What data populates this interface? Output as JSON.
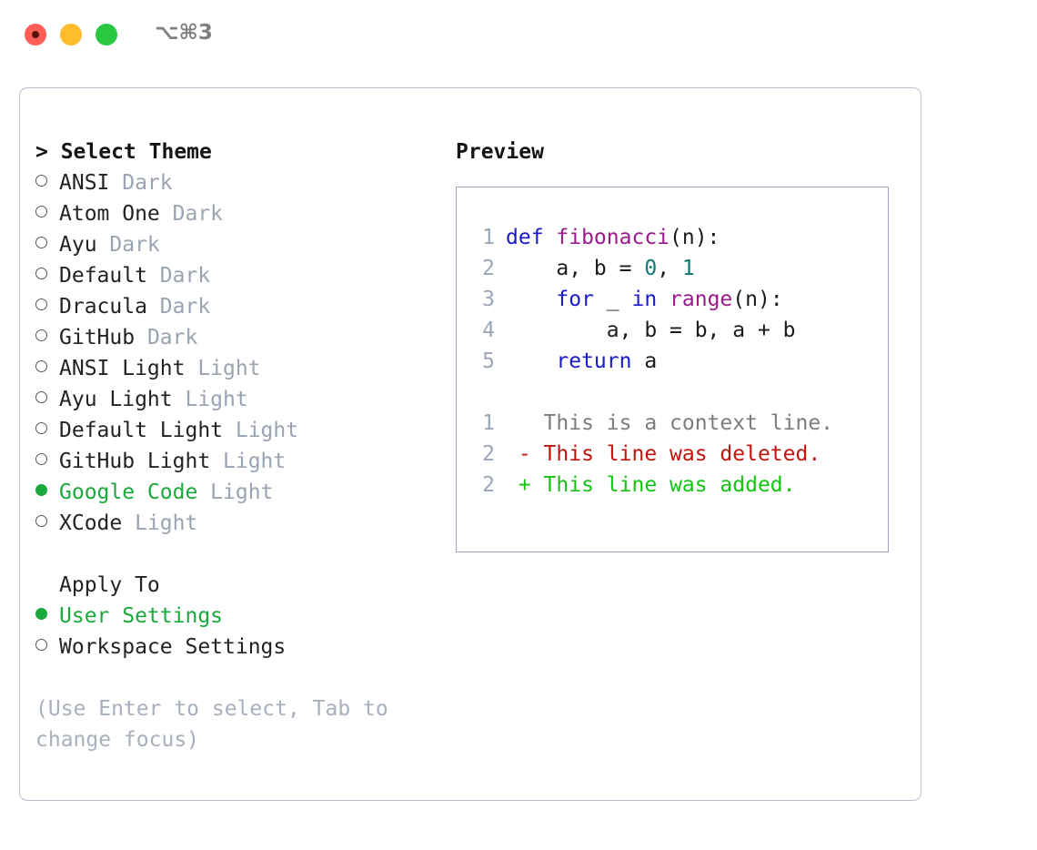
{
  "titlebar": {
    "shortcut": "⌥⌘3",
    "lights": [
      "close-red",
      "minimize-yellow",
      "maximize-green"
    ]
  },
  "theme_picker": {
    "header": "> Select Theme",
    "options": [
      {
        "bullet": "hollow",
        "label": "ANSI",
        "suffix": " Dark",
        "selected": false
      },
      {
        "bullet": "hollow",
        "label": "Atom One",
        "suffix": " Dark",
        "selected": false
      },
      {
        "bullet": "hollow",
        "label": "Ayu",
        "suffix": " Dark",
        "selected": false
      },
      {
        "bullet": "hollow",
        "label": "Default",
        "suffix": " Dark",
        "selected": false
      },
      {
        "bullet": "hollow",
        "label": "Dracula",
        "suffix": " Dark",
        "selected": false
      },
      {
        "bullet": "hollow",
        "label": "GitHub",
        "suffix": " Dark",
        "selected": false
      },
      {
        "bullet": "hollow",
        "label": "ANSI Light",
        "suffix": " Light",
        "selected": false
      },
      {
        "bullet": "hollow",
        "label": "Ayu Light",
        "suffix": " Light",
        "selected": false
      },
      {
        "bullet": "hollow",
        "label": "Default Light",
        "suffix": " Light",
        "selected": false
      },
      {
        "bullet": "hollow",
        "label": "GitHub Light",
        "suffix": " Light",
        "selected": false
      },
      {
        "bullet": "filled",
        "label": "Google Code",
        "suffix": " Light",
        "selected": true
      },
      {
        "bullet": "hollow",
        "label": "XCode",
        "suffix": " Light",
        "selected": false
      }
    ]
  },
  "apply_to": {
    "header": "Apply To",
    "options": [
      {
        "bullet": "filled",
        "label": "User Settings",
        "suffix": "",
        "selected": true
      },
      {
        "bullet": "hollow",
        "label": "Workspace Settings",
        "suffix": "",
        "selected": false
      }
    ]
  },
  "hint": "(Use Enter to select, Tab to change focus)",
  "preview": {
    "title": "Preview",
    "code_lines": [
      {
        "no": "1",
        "tokens": [
          {
            "t": "def ",
            "c": "kw"
          },
          {
            "t": "fibonacci",
            "c": "fn"
          },
          {
            "t": "(n):",
            "c": "plain"
          }
        ]
      },
      {
        "no": "2",
        "tokens": [
          {
            "t": "    a, b = ",
            "c": "plain"
          },
          {
            "t": "0",
            "c": "num"
          },
          {
            "t": ", ",
            "c": "plain"
          },
          {
            "t": "1",
            "c": "num"
          }
        ]
      },
      {
        "no": "3",
        "tokens": [
          {
            "t": "    ",
            "c": "plain"
          },
          {
            "t": "for",
            "c": "kw"
          },
          {
            "t": " _ ",
            "c": "plain"
          },
          {
            "t": "in ",
            "c": "kw"
          },
          {
            "t": "range",
            "c": "fn"
          },
          {
            "t": "(n):",
            "c": "plain"
          }
        ]
      },
      {
        "no": "4",
        "tokens": [
          {
            "t": "        a, b = b, a + b",
            "c": "plain"
          }
        ]
      },
      {
        "no": "5",
        "tokens": [
          {
            "t": "    ",
            "c": "plain"
          },
          {
            "t": "return",
            "c": "kw"
          },
          {
            "t": " a",
            "c": "plain"
          }
        ]
      }
    ],
    "diff_lines": [
      {
        "no": "1",
        "tokens": [
          {
            "t": "   This is a context line.",
            "c": "ctx"
          }
        ]
      },
      {
        "no": "2",
        "tokens": [
          {
            "t": " - This line was deleted.",
            "c": "del"
          }
        ]
      },
      {
        "no": "2",
        "tokens": [
          {
            "t": " + This line was added.",
            "c": "add"
          }
        ]
      }
    ]
  },
  "colors": {
    "accent_green": "#1ba93c",
    "muted": "#9aa3b2",
    "panel_border": "#b9c2d0",
    "preview_border": "#9aa6b9",
    "keyword": "#1a1acc",
    "function": "#9c1a8c",
    "number": "#0c7a73",
    "diff_deleted": "#c1140d",
    "diff_added": "#13c413",
    "light_red": "#ff5f56",
    "light_yellow": "#ffbd2e",
    "light_green": "#28c840"
  }
}
